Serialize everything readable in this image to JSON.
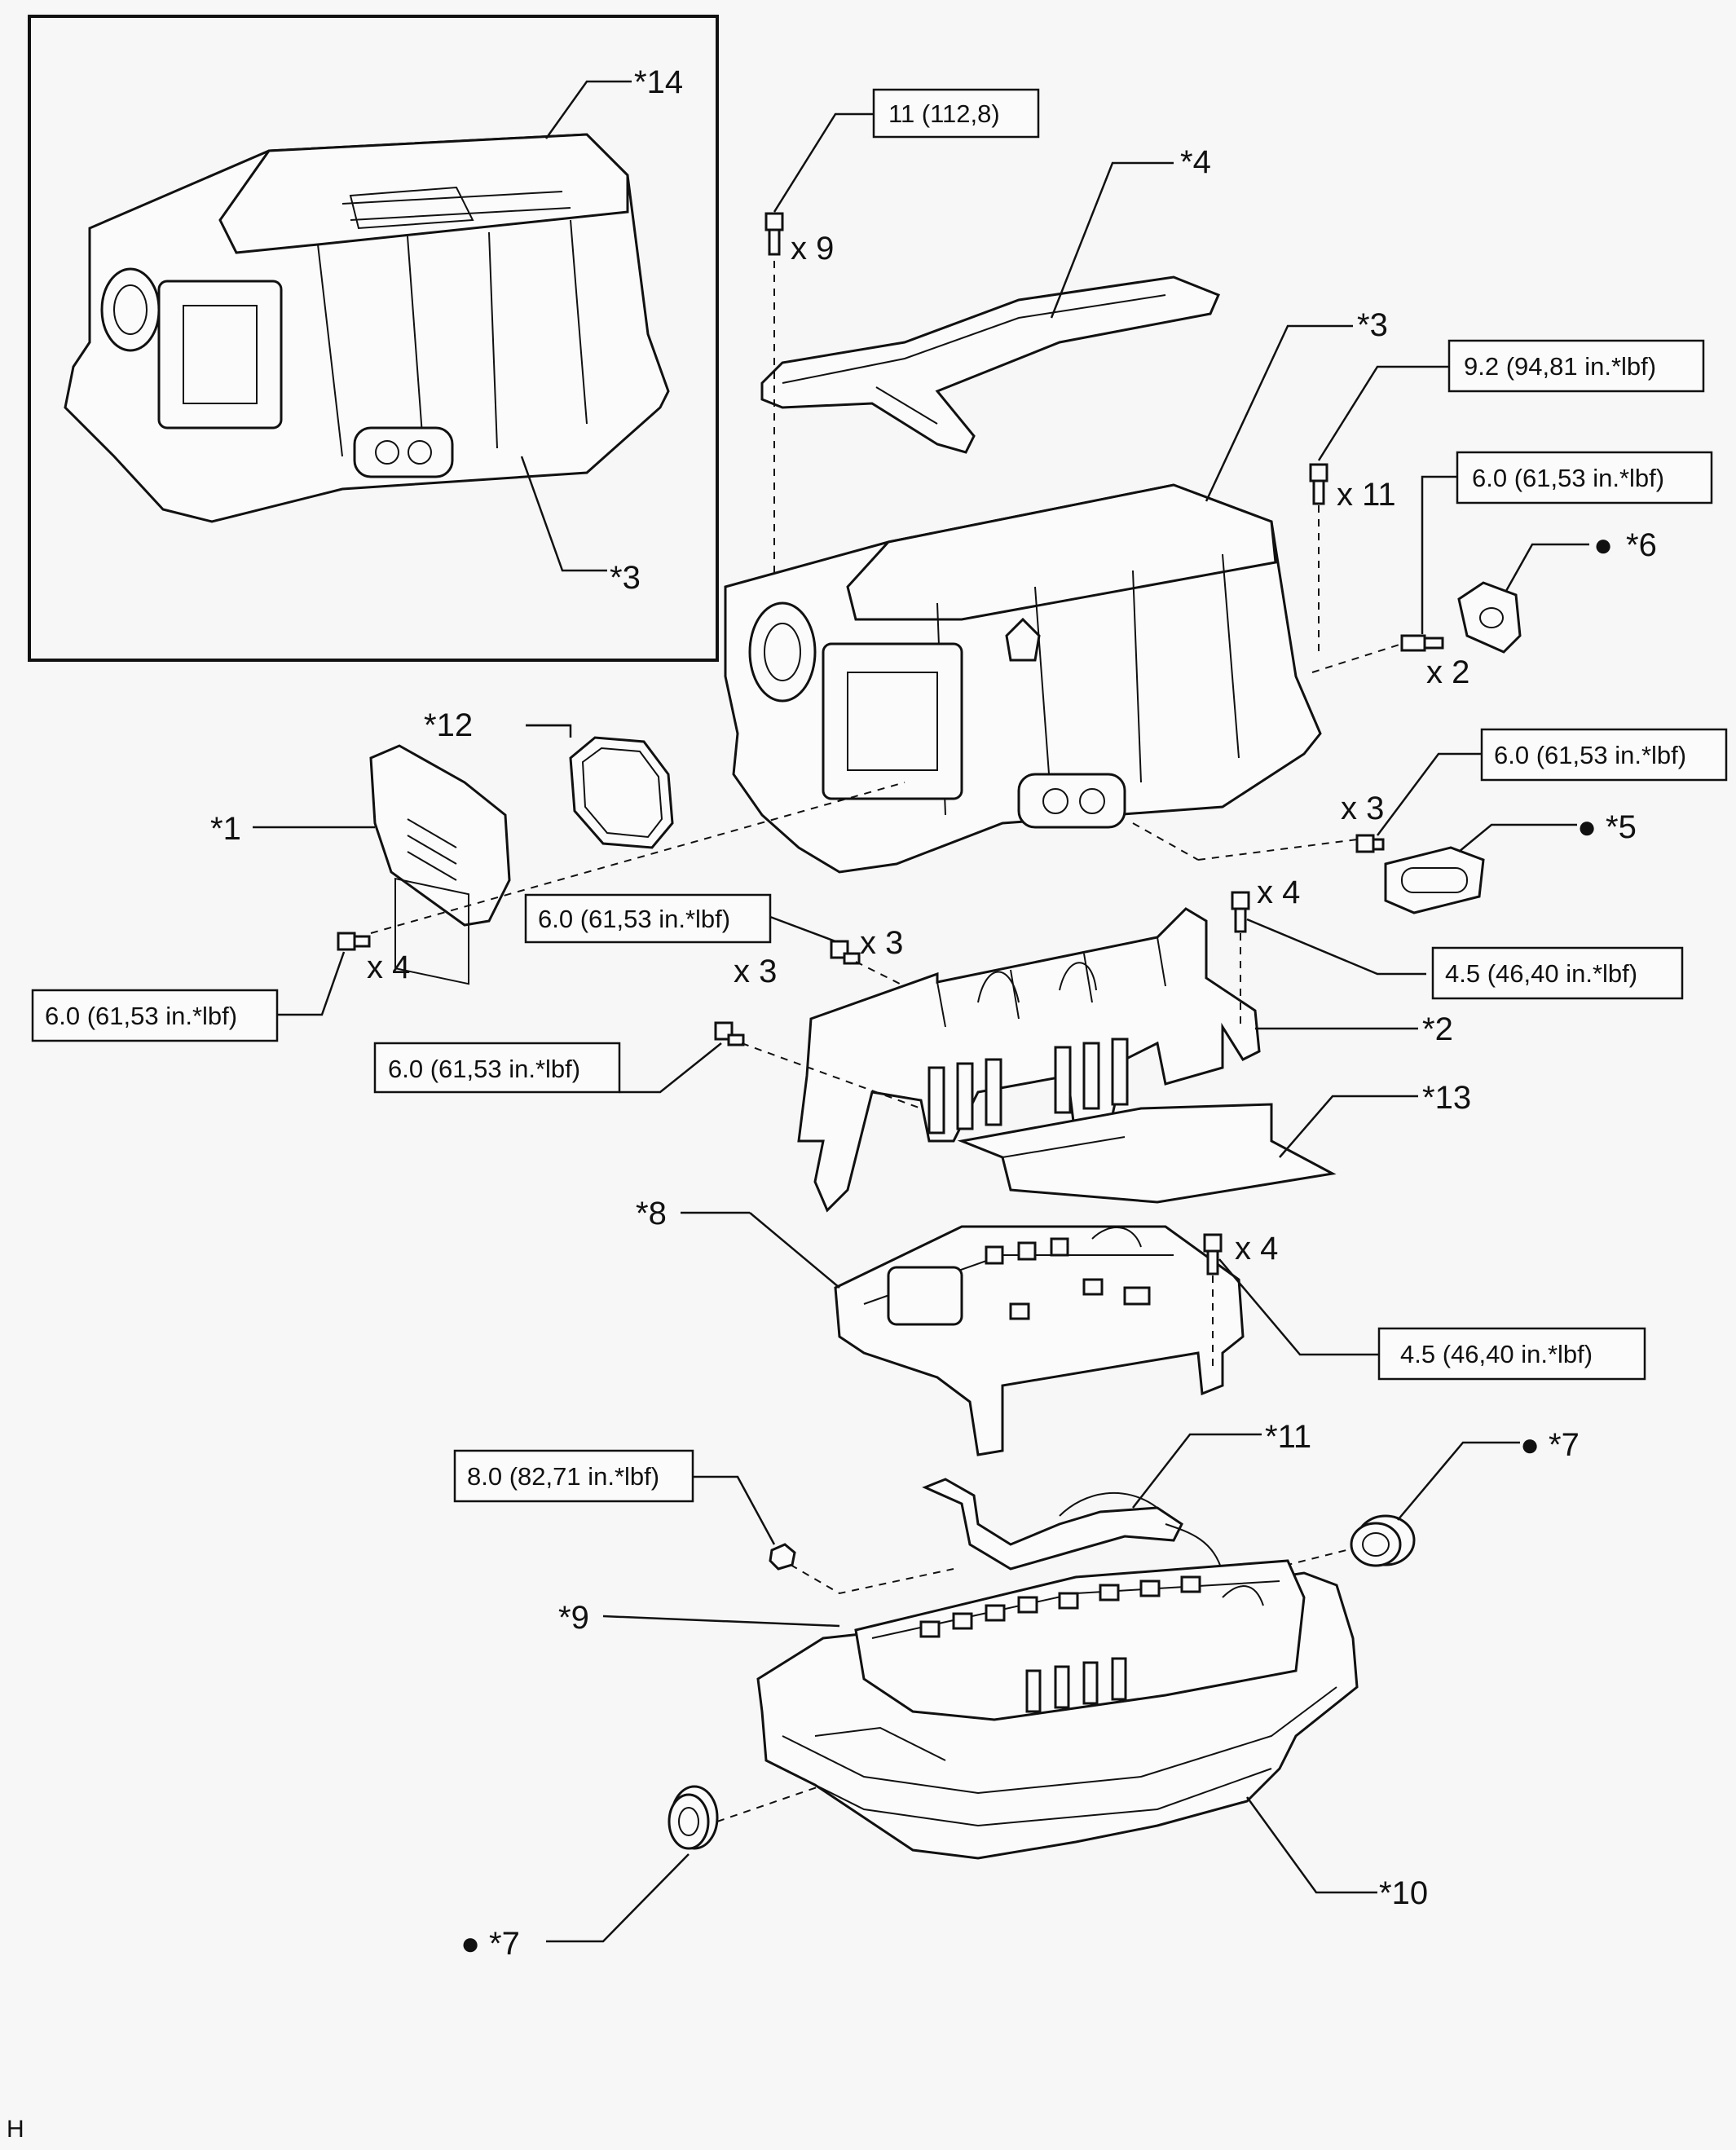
{
  "parts": {
    "p1": "*1",
    "p2": "*2",
    "p3_main": "*3",
    "p3_inset": "*3",
    "p4": "*4",
    "p5": "*5",
    "p6": "*6",
    "p7_right": "*7",
    "p7_left": "*7",
    "p8": "*8",
    "p9": "*9",
    "p10": "*10",
    "p11": "*11",
    "p12": "*12",
    "p13": "*13",
    "p14": "*14"
  },
  "torques": {
    "t_cover_bolts": "11 (112,8)",
    "t_case_bolts": "9.2 (94,81 in.*lbf)",
    "t_plate6_bolts": "6.0 (61,53 in.*lbf)",
    "t_plate5_bolts": "6.0 (61,53 in.*lbf)",
    "t_bracket_top": "6.0 (61,53 in.*lbf)",
    "t_bracket_left": "6.0 (61,53 in.*lbf)",
    "t_connector": "6.0 (61,53 in.*lbf)",
    "t_frame_right": "4.5 (46,40 in.*lbf)",
    "t_board_right": "4.5 (46,40 in.*lbf)",
    "t_terminal": "8.0 (82,71 in.*lbf)"
  },
  "counts": {
    "c_x9": "x 9",
    "c_x11": "x 11",
    "c_x2": "x 2",
    "c_x3_plate": "x 3",
    "c_x4_conn": "x 4",
    "c_x3_top": "x 3",
    "c_x3_left": "x 3",
    "c_x4_frame": "x 4",
    "c_x4_board": "x 4"
  },
  "footer": {
    "code": "H"
  }
}
